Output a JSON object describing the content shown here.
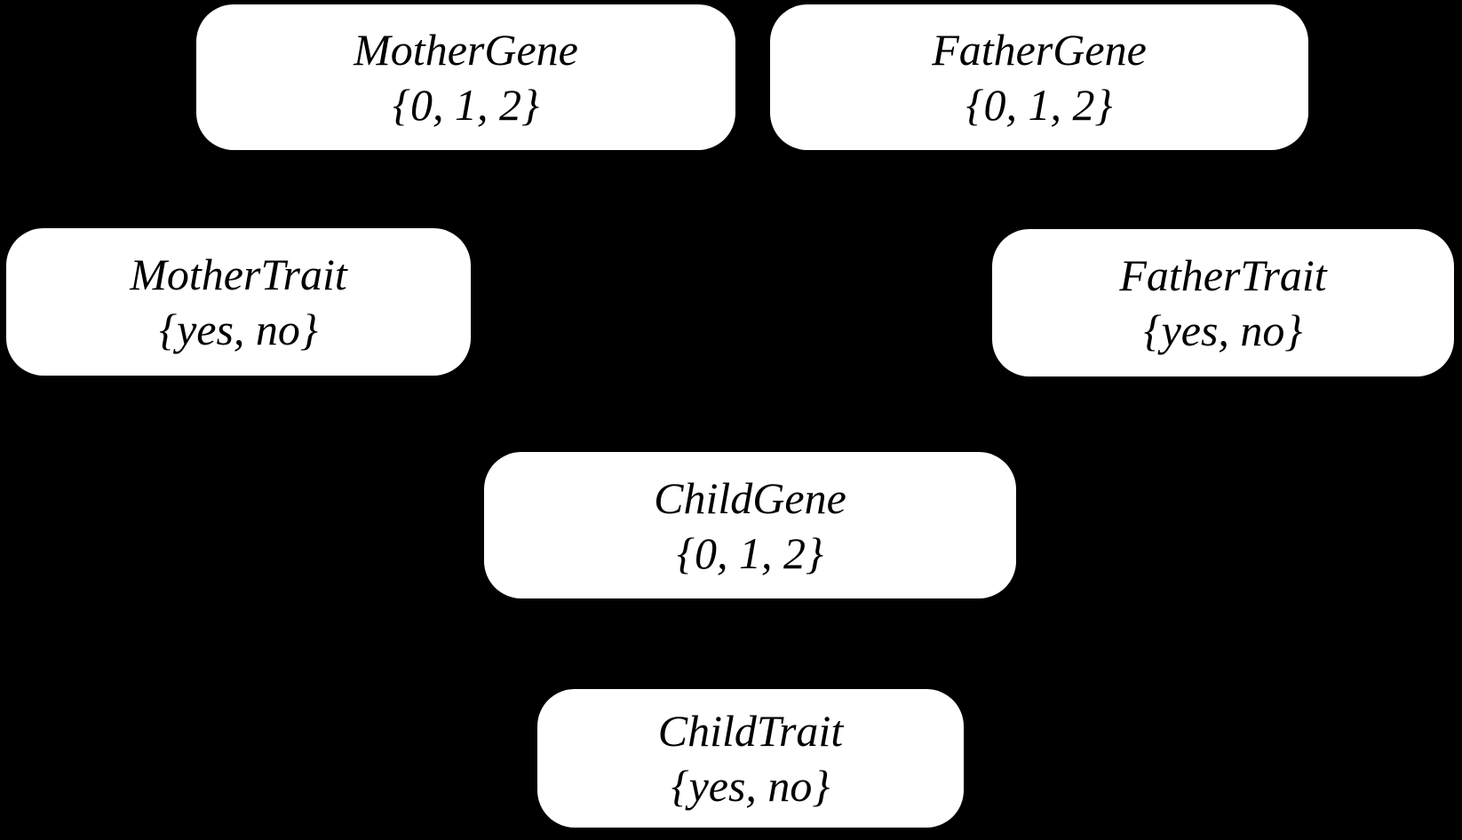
{
  "diagram": {
    "type": "bayesian-network",
    "background_color": "#000000",
    "node_style": {
      "fill_color": "#ffffff",
      "text_color": "#000000"
    },
    "nodes": [
      {
        "id": "mother-gene",
        "label": "MotherGene",
        "domain": "{0, 1, 2}"
      },
      {
        "id": "father-gene",
        "label": "FatherGene",
        "domain": "{0, 1, 2}"
      },
      {
        "id": "mother-trait",
        "label": "MotherTrait",
        "domain": "{yes, no}"
      },
      {
        "id": "father-trait",
        "label": "FatherTrait",
        "domain": "{yes, no}"
      },
      {
        "id": "child-gene",
        "label": "ChildGene",
        "domain": "{0, 1, 2}"
      },
      {
        "id": "child-trait",
        "label": "ChildTrait",
        "domain": "{yes, no}"
      }
    ],
    "edges_visible": false
  }
}
